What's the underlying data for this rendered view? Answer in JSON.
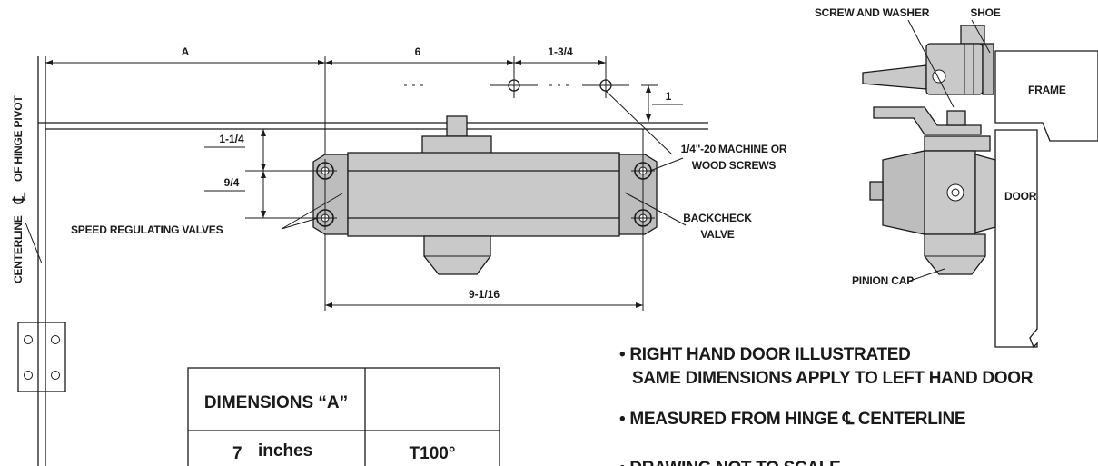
{
  "dimensions": {
    "a": "A",
    "six": "6",
    "one_three_quarter": "1-3/4",
    "one": "1",
    "one_quarter": "1-1/4",
    "nine_quarter": "9/4",
    "nine_sixteenth": "9-1/16"
  },
  "labels": {
    "centerline": "CENTERLINE",
    "hinge_pivot": "OF HINGE PIVOT",
    "speed_valves": "SPEED REGULATING VALVES",
    "screws_line1": "1/4\"-20 MACHINE OR",
    "screws_line2": "WOOD SCREWS",
    "backcheck_line1": "BACKCHECK",
    "backcheck_line2": "VALVE",
    "screw_washer": "SCREW AND WASHER",
    "shoe": "SHOE",
    "frame": "FRAME",
    "door": "DOOR",
    "pinion_cap": "PINION CAP"
  },
  "notes": {
    "note1_line1": "• RIGHT HAND DOOR ILLUSTRATED",
    "note1_line2": "SAME DIMENSIONS APPLY TO LEFT HAND DOOR",
    "note2": "• MEASURED FROM HINGE ℄ CENTERLINE",
    "note3": "• DRAWING NOT TO SCALE"
  },
  "table": {
    "header": "DIMENSIONS “A”",
    "header_col2": "",
    "row1_value": "7",
    "row1_unit": "inches",
    "row1_model": "T100°"
  },
  "colors": {
    "line": "#1a1a1a",
    "body_fill": "#c9c9c9",
    "background": "#ffffff"
  }
}
